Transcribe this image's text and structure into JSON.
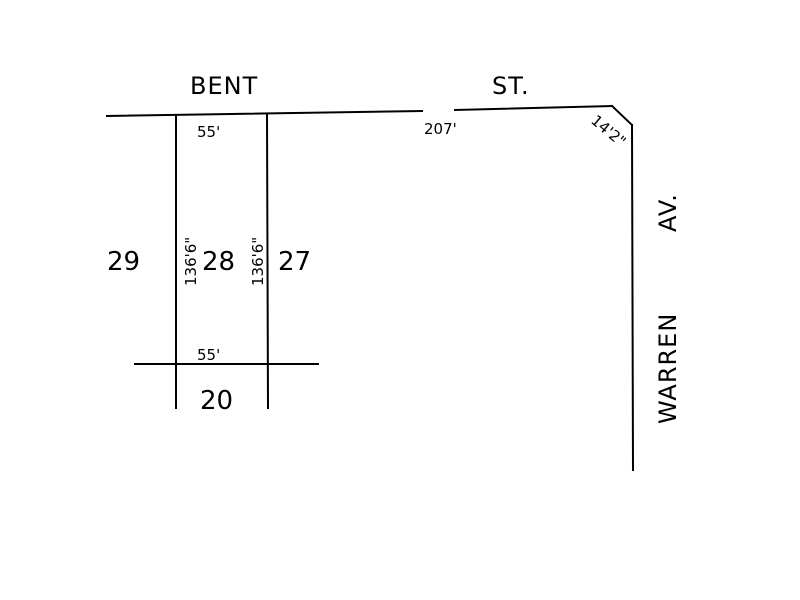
{
  "streets": {
    "bent_name": "BENT",
    "bent_suffix": "ST.",
    "warren_name": "WARREN",
    "warren_suffix": "AV."
  },
  "lots": {
    "lot_29": "29",
    "lot_28": "28",
    "lot_27": "27",
    "lot_20": "20"
  },
  "dimensions": {
    "lot_28_front": "55'",
    "lot_28_rear": "55'",
    "lot_28_left_depth": "136'6\"",
    "lot_28_right_depth": "136'6\"",
    "bent_frontage_to_corner": "207'",
    "corner_cut": "14'2\""
  }
}
